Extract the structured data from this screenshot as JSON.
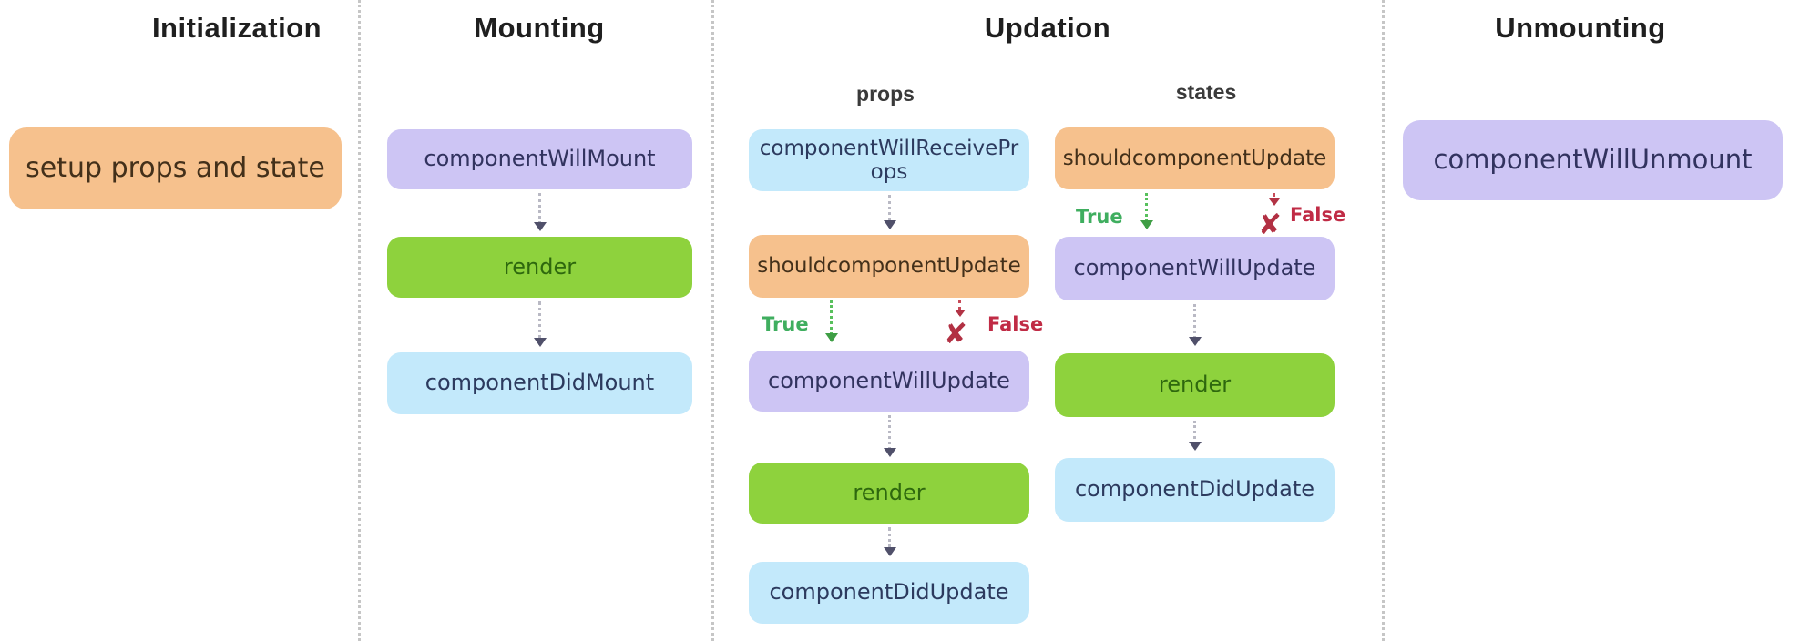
{
  "diagram": {
    "title_context": "React component lifecycle flow diagram",
    "colors": {
      "orange_box": "#f6c18d",
      "purple_box": "#cdc5f4",
      "blue_box": "#c3e9fb",
      "green_box": "#8ed23d",
      "navy_text": "#32335f",
      "brown_text": "#43301a",
      "green_text": "#2e680e",
      "true_green": "#3fae5f",
      "false_red": "#c02b45",
      "arrow_gray": "#b9b9c4",
      "divider_gray": "#c6c6c6"
    },
    "sections": {
      "initialization": {
        "title": "Initialization",
        "setup_box": "setup props and state"
      },
      "mounting": {
        "title": "Mounting",
        "will_mount": "componentWillMount",
        "render": "render",
        "did_mount": "componentDidMount"
      },
      "updation": {
        "title": "Updation",
        "props_label": "props",
        "states_label": "states",
        "true_label": "True",
        "false_label": "False",
        "props_flow": {
          "receive_props_line1": "componentWillReceivePr",
          "receive_props_line2": "ops",
          "should_update": "shouldcomponentUpdate",
          "will_update": "componentWillUpdate",
          "render": "render",
          "did_update": "componentDidUpdate"
        },
        "states_flow": {
          "should_update": "shouldcomponentUpdate",
          "will_update": "componentWillUpdate",
          "render": "render",
          "did_update": "componentDidUpdate"
        }
      },
      "unmounting": {
        "title": "Unmounting",
        "will_unmount": "componentWillUnmount"
      }
    },
    "icons": {
      "false_cross": "✘"
    }
  }
}
